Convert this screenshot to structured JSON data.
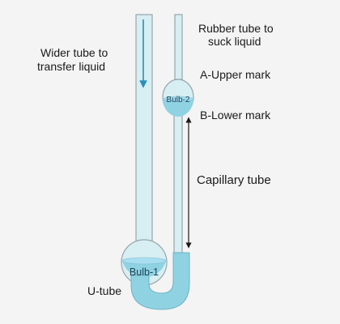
{
  "labels": {
    "wider_tube_line1": "Wider tube to",
    "wider_tube_line2": "transfer liquid",
    "rubber_tube_line1": "Rubber tube to",
    "rubber_tube_line2": "suck liquid",
    "upper_mark": "A-Upper mark",
    "lower_mark": "B-Lower mark",
    "capillary_tube": "Capillary tube",
    "u_tube": "U-tube",
    "bulb1": "Bulb-1",
    "bulb2": "Bulb-2"
  },
  "colors": {
    "glass_fill": "#d7eef2",
    "glass_outline": "#97a6ab",
    "liquid": "#8fd3e3",
    "flow_arrow": "#2a8fbd",
    "dimension_arrow": "#1a1a1a"
  }
}
